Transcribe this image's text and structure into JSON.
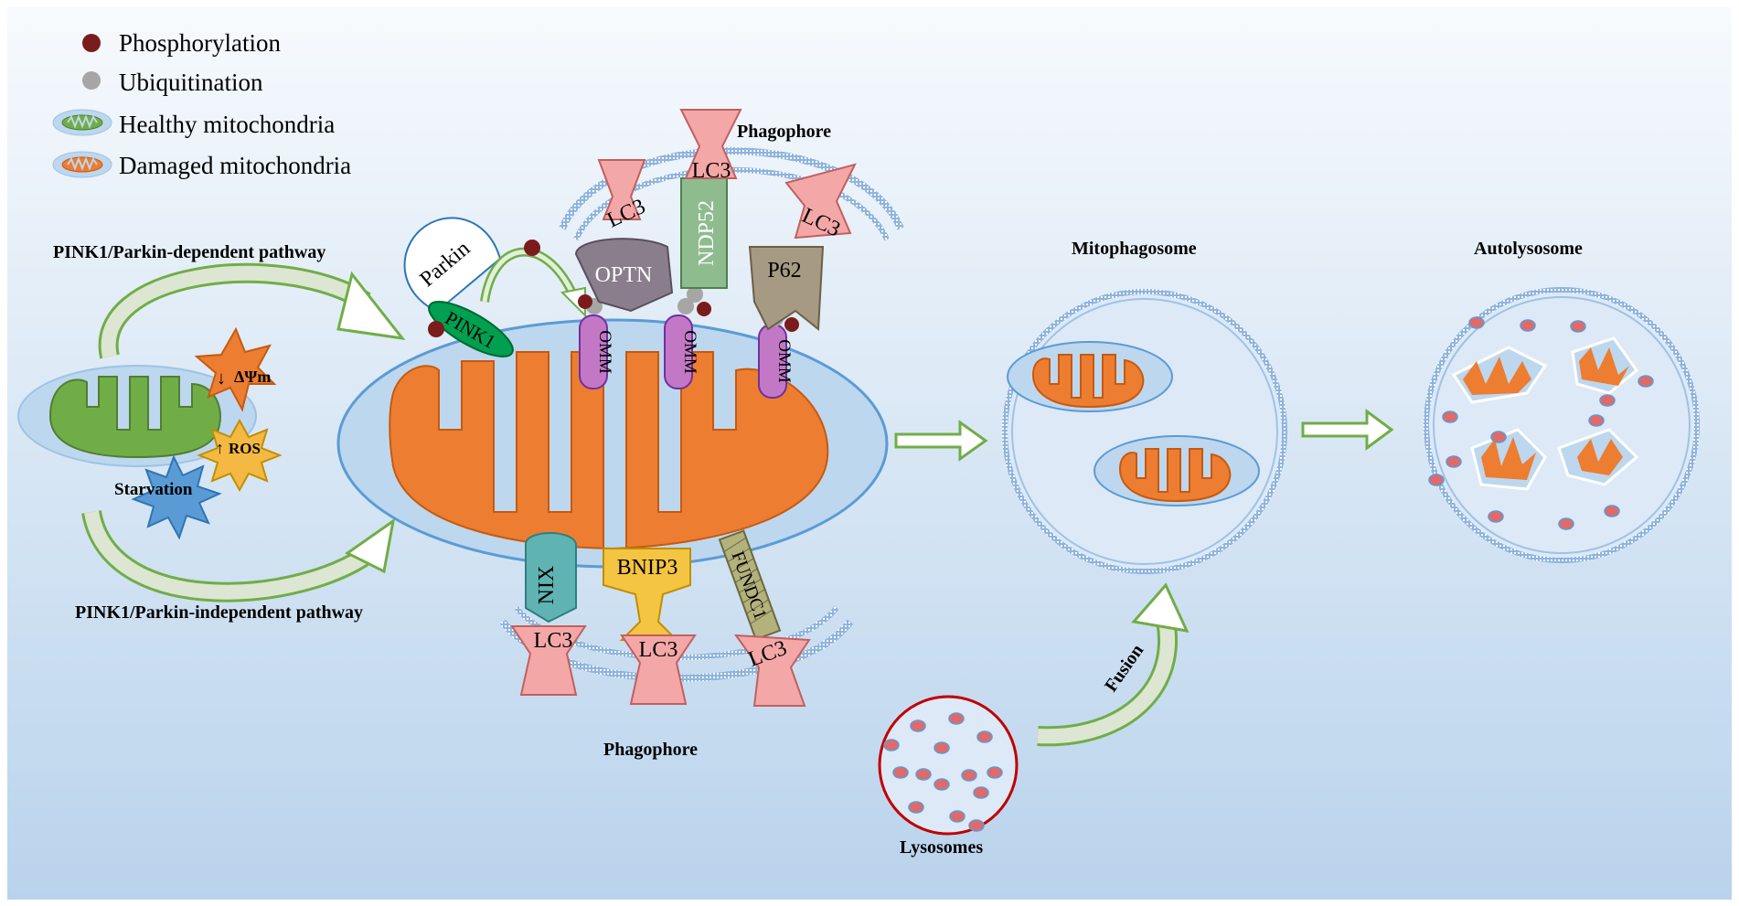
{
  "legend": {
    "phosphorylation": "Phosphorylation",
    "ubiquitination": "Ubiquitination",
    "healthy": "Healthy mitochondria",
    "damaged": "Damaged mitochondria"
  },
  "pathways": {
    "dependent": "PINK1/Parkin-dependent pathway",
    "independent": "PINK1/Parkin-independent pathway"
  },
  "stressors": {
    "membrane_potential": "ΔΨm",
    "ros": "ROS",
    "starvation": "Starvation",
    "arrow_down": "↓",
    "arrow_up": "↑"
  },
  "proteins": {
    "parkin": "Parkin",
    "pink1": "PINK1",
    "optn": "OPTN",
    "ndp52": "NDP52",
    "p62": "P62",
    "omm": "OMM",
    "lc3": "LC3",
    "nix": "NIX",
    "bnip3": "BNIP3",
    "fundc1": "FUNDC1"
  },
  "structures": {
    "phagophore_top": "Phagophore",
    "phagophore_bottom": "Phagophore",
    "mitophagosome": "Mitophagosome",
    "autolysosome": "Autolysosome",
    "lysosomes": "Lysosomes",
    "fusion": "Fusion"
  },
  "colors": {
    "mito_orange": "#ed7d31",
    "mito_green": "#70ad47",
    "membrane_blue": "#bdd7ee",
    "phospho": "#7b1c1c",
    "ubiquitin": "#a6a6a6",
    "lc3_pink": "#f4a7a7",
    "arrow_green": "#70ad47",
    "lysosome_ring": "#c00000"
  }
}
